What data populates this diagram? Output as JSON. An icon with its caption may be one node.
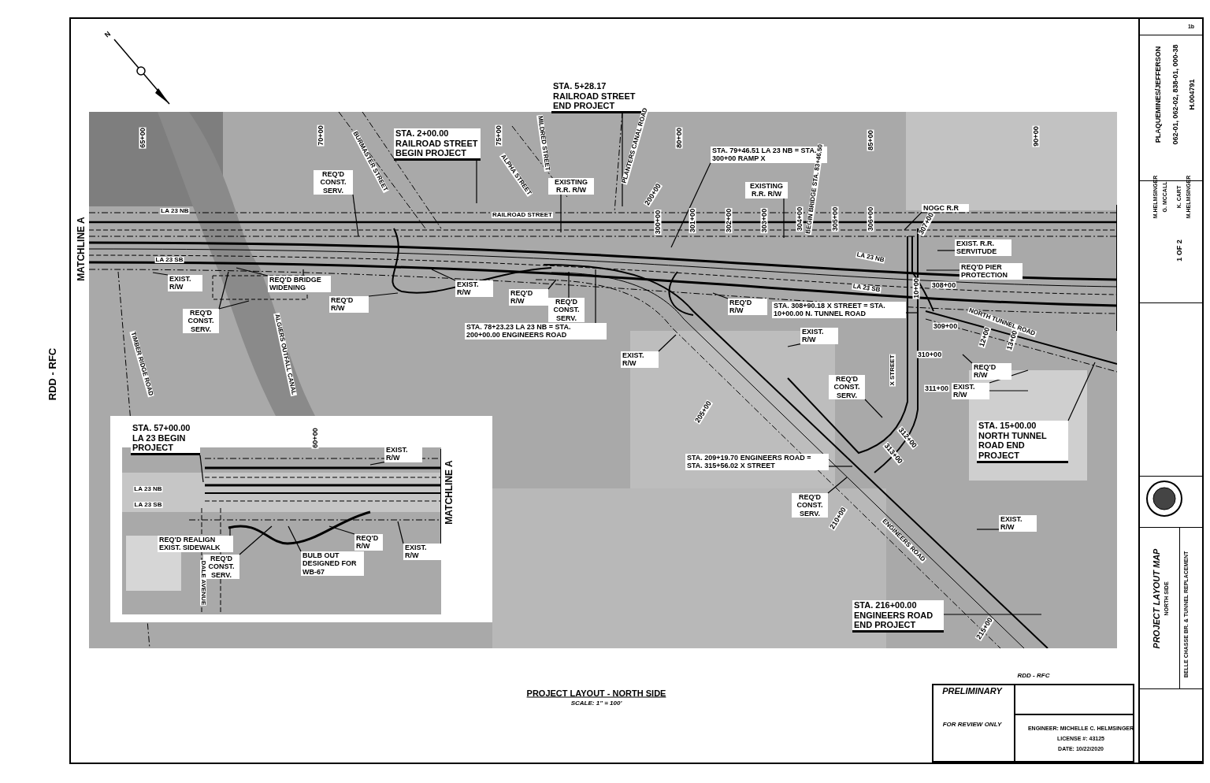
{
  "diagram": {
    "nodes": [
      {
        "text": [
          "STA. 2+00.00 RAILROAD STREET BEGIN PROJECT"
        ]
      },
      {
        "text": [
          "STA. 5+28.17 RAILROAD STREET END PROJECT"
        ]
      },
      {
        "text": [
          "REQ'D CONST. SERV."
        ]
      },
      {
        "text": [
          "EXISTING R.R. R/W"
        ]
      },
      {
        "text": [
          "STA. 79+46.51 LA 23 NB = STA. 300+00 RAMP X"
        ]
      },
      {
        "text": [
          "EXISTING R.R. R/W"
        ]
      },
      {
        "text": [
          "NOGC R.R"
        ]
      },
      {
        "text": [
          "EXIST. R.R. SERVITUDE"
        ]
      },
      {
        "text": [
          "REQ'D PIER PROTECTION"
        ]
      },
      {
        "text": [
          "EXIST. R/W"
        ]
      },
      {
        "text": [
          "REQ'D BRIDGE WIDENING"
        ]
      },
      {
        "text": [
          "REQ'D CONST. SERV."
        ]
      },
      {
        "text": [
          "REQ'D R/W"
        ]
      },
      {
        "text": [
          "EXIST. R/W"
        ]
      },
      {
        "text": [
          "REQ'D R/W"
        ]
      },
      {
        "text": [
          "REQ'D CONST. SERV."
        ]
      },
      {
        "text": [
          "STA. 78+23.23 LA 23 NB = STA. 200+00.00 ENGINEERS ROAD"
        ]
      },
      {
        "text": [
          "REQ'D R/W"
        ]
      },
      {
        "text": [
          "STA. 308+90.18 X STREET = STA. 10+00.00 N. TUNNEL ROAD"
        ]
      },
      {
        "text": [
          "EXIST. R/W"
        ]
      },
      {
        "text": [
          "EXIST. R/W"
        ]
      },
      {
        "text": [
          "REQ'D R/W"
        ]
      },
      {
        "text": [
          "EXIST. R/W"
        ]
      },
      {
        "text": [
          "REQ'D CONST. SERV."
        ]
      },
      {
        "text": [
          "STA. 15+00.00 NORTH TUNNEL ROAD END PROJECT"
        ]
      },
      {
        "text": [
          "STA. 209+19.70 ENGINEERS ROAD = STA. 315+56.02 X STREET"
        ]
      },
      {
        "text": [
          "REQ'D CONST. SERV."
        ]
      },
      {
        "text": [
          "EXIST. R/W"
        ]
      },
      {
        "text": [
          "STA. 216+00.00 ENGINEERS ROAD END PROJECT"
        ]
      },
      {
        "text": [
          "STA. 57+00.00 LA 23 BEGIN PROJECT"
        ]
      },
      {
        "text": [
          "EXIST. R/W"
        ]
      },
      {
        "text": [
          "REQ'D REALIGN EXIST. SIDEWALK"
        ]
      },
      {
        "text": [
          "REQ'D CONST. SERV."
        ]
      },
      {
        "text": [
          "BULB OUT DESIGNED FOR WB-67"
        ]
      },
      {
        "text": [
          "REQ'D R/W"
        ]
      },
      {
        "text": [
          "EXIST. R/W"
        ]
      }
    ],
    "edges": [
      {
        "from": 0,
        "to": null,
        "arrow": "none"
      },
      {
        "from": 1,
        "to": null,
        "arrow": "none"
      },
      {
        "from": 2,
        "to": null,
        "arrow": "none"
      },
      {
        "from": 3,
        "to": null,
        "arrow": "none"
      },
      {
        "from": 4,
        "to": null,
        "arrow": "none"
      },
      {
        "from": 5,
        "to": null,
        "arrow": "none"
      },
      {
        "from": 6,
        "to": null,
        "arrow": "none"
      },
      {
        "from": 7,
        "to": null,
        "arrow": "none"
      },
      {
        "from": 8,
        "to": null,
        "arrow": "none"
      },
      {
        "from": 9,
        "to": null,
        "arrow": "none"
      },
      {
        "from": 10,
        "to": null,
        "arrow": "none"
      },
      {
        "from": 10,
        "to": null,
        "arrow": "none"
      },
      {
        "from": 11,
        "to": null,
        "arrow": "none"
      },
      {
        "from": 11,
        "to": null,
        "arrow": "none"
      },
      {
        "from": 12,
        "to": null,
        "arrow": "none"
      },
      {
        "from": 13,
        "to": null,
        "arrow": "none"
      },
      {
        "from": 14,
        "to": null,
        "arrow": "none"
      },
      {
        "from": 15,
        "to": null,
        "arrow": "none"
      },
      {
        "from": 16,
        "to": null,
        "arrow": "none"
      },
      {
        "from": 17,
        "to": null,
        "arrow": "none"
      },
      {
        "from": 18,
        "to": null,
        "arrow": "none"
      },
      {
        "from": 19,
        "to": null,
        "arrow": "none"
      },
      {
        "from": 20,
        "to": null,
        "arrow": "none"
      },
      {
        "from": 21,
        "to": null,
        "arrow": "none"
      },
      {
        "from": 22,
        "to": null,
        "arrow": "none"
      },
      {
        "from": 22,
        "to": null,
        "arrow": "none"
      },
      {
        "from": 23,
        "to": null,
        "arrow": "none"
      },
      {
        "from": 24,
        "to": null,
        "arrow": "none"
      },
      {
        "from": 25,
        "to": null,
        "arrow": "none"
      },
      {
        "from": 26,
        "to": null,
        "arrow": "none"
      },
      {
        "from": 27,
        "to": null,
        "arrow": "none"
      },
      {
        "from": 28,
        "to": null,
        "arrow": "none"
      },
      {
        "from": 29,
        "to": null,
        "arrow": "none"
      },
      {
        "from": 30,
        "to": null,
        "arrow": "none"
      },
      {
        "from": 31,
        "to": null,
        "arrow": "none"
      },
      {
        "from": 32,
        "to": null,
        "arrow": "none"
      },
      {
        "from": 33,
        "to": null,
        "arrow": "none"
      },
      {
        "from": 34,
        "to": null,
        "arrow": "none"
      },
      {
        "from": 35,
        "to": null,
        "arrow": "none"
      }
    ],
    "labels": [
      "N",
      "65+00",
      "70+00",
      "75+00",
      "80+00",
      "85+00",
      "90+00",
      "BURMASTER STREET",
      "ALPHA STREET",
      "MILDRED STREET",
      "PLANTERS CANAL ROAD",
      "200+00",
      "BEGIN BRIDGE STA. 83+46.50",
      "LA 23 NB",
      "RAILROAD STREET",
      "300+00",
      "301+00",
      "302+00",
      "303+00",
      "304+00",
      "305+00",
      "306+00",
      "307+00",
      "MATCHLINE A",
      "LA 23 SB",
      "LA 23 NB",
      "308+00",
      "10+00",
      "LA 23 SB",
      "NORTH TUNNEL ROAD",
      "309+00",
      "TIMBER RIDGE ROAD",
      "ALGIERS OUTFALL CANAL",
      "12+00",
      "13+00",
      "310+00",
      "X STREET",
      "311+00",
      "205+00",
      "312+00",
      "313+00",
      "60+00",
      "LA 23 NB",
      "LA 23 SB",
      "MATCHLINE A",
      "DALE AVENUE",
      "210+00",
      "ENGINEERS ROAD",
      "215+00",
      "RDD - RFC",
      "PROJECT LAYOUT - NORTH SIDE",
      "SCALE: 1\" = 100'",
      "RDD - RFC",
      "PRELIMINARY",
      "FOR REVIEW ONLY",
      "ENGINEER: MICHELLE C. HELMSINGER",
      "LICENSE #: 43125",
      "DATE: 10/22/2020",
      "1b",
      "PLAQUEMINES/JEFFERSON",
      "062-01, 062-02, 838-01, 000-38",
      "H.004791",
      "M.HELMSINGER",
      "G. MCCALL",
      "K. CART",
      "M.HELMSINGER",
      "1 OF 2",
      "PROJECT LAYOUT MAP",
      "NORTH SIDE",
      "BELLE CHASSE BR. & TUNNEL REPLACEMENT"
    ]
  }
}
